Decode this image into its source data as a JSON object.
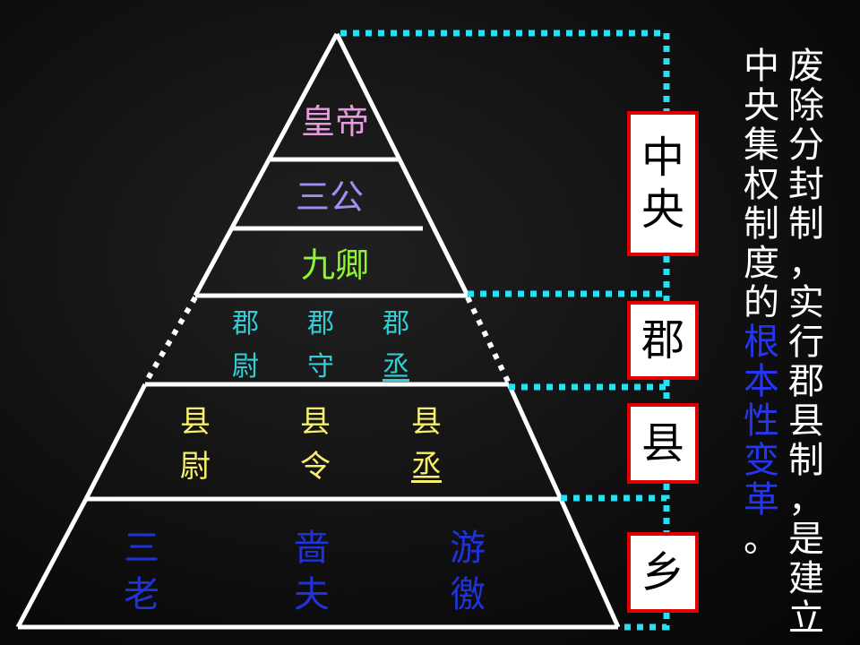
{
  "colors": {
    "emperor": "#e89adf",
    "sangong": "#9f8ff2",
    "jiuqing": "#8ff33a",
    "commandery": "#2fd0d8",
    "county": "#f7f06c",
    "township": "#1f33d8",
    "connector": "#27e0f0",
    "box_border": "#e00000",
    "highlight": "#2436f2"
  },
  "pyramid": {
    "emperor": "皇帝",
    "sangong": "三公",
    "jiuqing": "九卿",
    "commandery_officials": [
      {
        "c1": "郡",
        "c2": "尉"
      },
      {
        "c1": "郡",
        "c2": "守"
      },
      {
        "c1": "郡",
        "c2": "丞"
      }
    ],
    "county_officials": [
      {
        "c1": "县",
        "c2": "尉"
      },
      {
        "c1": "县",
        "c2": "令"
      },
      {
        "c1": "县",
        "c2": "丞"
      }
    ],
    "township_officials": [
      {
        "c1": "三",
        "c2": "老"
      },
      {
        "c1": "啬",
        "c2": "夫"
      },
      {
        "c1": "游",
        "c2": "徼"
      }
    ]
  },
  "levels": {
    "central": {
      "c1": "中",
      "c2": "央"
    },
    "commandery": "郡",
    "county": "县",
    "township": "乡"
  },
  "statement": {
    "col1": [
      "废",
      "除",
      "分",
      "封",
      "制",
      "，",
      "实",
      "行",
      "郡",
      "县",
      "制",
      "，",
      "是",
      "建",
      "立"
    ],
    "col2_plain": [
      "中",
      "央",
      "集",
      "权",
      "制",
      "度",
      "的"
    ],
    "col2_highlight": [
      "根",
      "本",
      "性",
      "变",
      "革"
    ],
    "col2_end": [
      "。"
    ]
  }
}
